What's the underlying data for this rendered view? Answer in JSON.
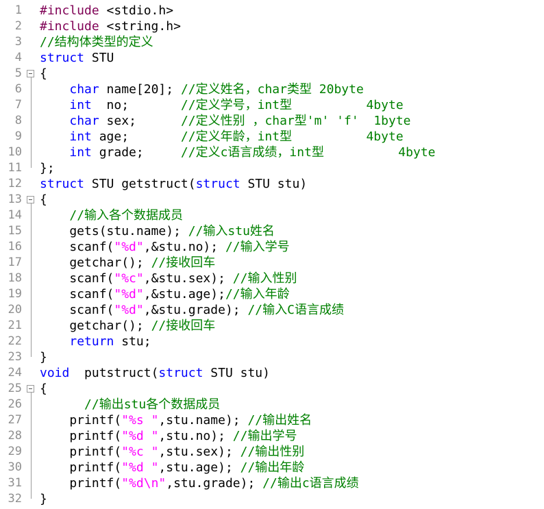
{
  "editor": {
    "lines": [
      {
        "n": "1",
        "tokens": [
          {
            "c": "pp",
            "t": "#include"
          },
          {
            "c": "txt",
            "t": " <stdio.h>"
          }
        ]
      },
      {
        "n": "2",
        "tokens": [
          {
            "c": "pp",
            "t": "#include"
          },
          {
            "c": "txt",
            "t": " <string.h>"
          }
        ]
      },
      {
        "n": "3",
        "tokens": [
          {
            "c": "cm",
            "t": "//结构体类型的定义"
          }
        ]
      },
      {
        "n": "4",
        "tokens": [
          {
            "c": "kw",
            "t": "struct"
          },
          {
            "c": "txt",
            "t": " STU"
          }
        ]
      },
      {
        "n": "5",
        "fold": true,
        "tokens": [
          {
            "c": "txt",
            "t": "{"
          }
        ]
      },
      {
        "n": "6",
        "tokens": [
          {
            "c": "txt",
            "t": "    "
          },
          {
            "c": "kw",
            "t": "char"
          },
          {
            "c": "txt",
            "t": " name[20]; "
          },
          {
            "c": "cm",
            "t": "//定义姓名，char类型 20byte"
          }
        ]
      },
      {
        "n": "7",
        "tokens": [
          {
            "c": "txt",
            "t": "    "
          },
          {
            "c": "kw",
            "t": "int"
          },
          {
            "c": "txt",
            "t": "  no;       "
          },
          {
            "c": "cm",
            "t": "//定义学号，int型          4byte"
          }
        ]
      },
      {
        "n": "8",
        "tokens": [
          {
            "c": "txt",
            "t": "    "
          },
          {
            "c": "kw",
            "t": "char"
          },
          {
            "c": "txt",
            "t": " sex;      "
          },
          {
            "c": "cm",
            "t": "//定义性别 ，char型'm' 'f'  1byte"
          }
        ]
      },
      {
        "n": "9",
        "tokens": [
          {
            "c": "txt",
            "t": "    "
          },
          {
            "c": "kw",
            "t": "int"
          },
          {
            "c": "txt",
            "t": " age;       "
          },
          {
            "c": "cm",
            "t": "//定义年龄，int型          4byte"
          }
        ]
      },
      {
        "n": "10",
        "tokens": [
          {
            "c": "txt",
            "t": "    "
          },
          {
            "c": "kw",
            "t": "int"
          },
          {
            "c": "txt",
            "t": " grade;     "
          },
          {
            "c": "cm",
            "t": "//定义c语言成绩，int型          4byte"
          }
        ]
      },
      {
        "n": "11",
        "tokens": [
          {
            "c": "txt",
            "t": "};"
          }
        ]
      },
      {
        "n": "12",
        "tokens": [
          {
            "c": "kw",
            "t": "struct"
          },
          {
            "c": "txt",
            "t": " STU getstruct("
          },
          {
            "c": "kw",
            "t": "struct"
          },
          {
            "c": "txt",
            "t": " STU stu)"
          }
        ]
      },
      {
        "n": "13",
        "fold": true,
        "tokens": [
          {
            "c": "txt",
            "t": "{"
          }
        ]
      },
      {
        "n": "14",
        "tokens": [
          {
            "c": "txt",
            "t": "    "
          },
          {
            "c": "cm",
            "t": "//输入各个数据成员"
          }
        ]
      },
      {
        "n": "15",
        "tokens": [
          {
            "c": "txt",
            "t": "    gets(stu.name); "
          },
          {
            "c": "cm",
            "t": "//输入stu姓名"
          }
        ]
      },
      {
        "n": "16",
        "tokens": [
          {
            "c": "txt",
            "t": "    scanf("
          },
          {
            "c": "str",
            "t": "\"%d\""
          },
          {
            "c": "txt",
            "t": ",&stu.no); "
          },
          {
            "c": "cm",
            "t": "//输入学号"
          }
        ]
      },
      {
        "n": "17",
        "tokens": [
          {
            "c": "txt",
            "t": "    getchar(); "
          },
          {
            "c": "cm",
            "t": "//接收回车"
          }
        ]
      },
      {
        "n": "18",
        "tokens": [
          {
            "c": "txt",
            "t": "    scanf("
          },
          {
            "c": "str",
            "t": "\"%c\""
          },
          {
            "c": "txt",
            "t": ",&stu.sex); "
          },
          {
            "c": "cm",
            "t": "//输入性别"
          }
        ]
      },
      {
        "n": "19",
        "tokens": [
          {
            "c": "txt",
            "t": "    scanf("
          },
          {
            "c": "str",
            "t": "\"%d\""
          },
          {
            "c": "txt",
            "t": ",&stu.age);"
          },
          {
            "c": "cm",
            "t": "//输入年龄"
          }
        ]
      },
      {
        "n": "20",
        "tokens": [
          {
            "c": "txt",
            "t": "    scanf("
          },
          {
            "c": "str",
            "t": "\"%d\""
          },
          {
            "c": "txt",
            "t": ",&stu.grade); "
          },
          {
            "c": "cm",
            "t": "//输入C语言成绩"
          }
        ]
      },
      {
        "n": "21",
        "tokens": [
          {
            "c": "txt",
            "t": "    getchar(); "
          },
          {
            "c": "cm",
            "t": "//接收回车"
          }
        ]
      },
      {
        "n": "22",
        "tokens": [
          {
            "c": "txt",
            "t": "    "
          },
          {
            "c": "kw",
            "t": "return"
          },
          {
            "c": "txt",
            "t": " stu;"
          }
        ]
      },
      {
        "n": "23",
        "tokens": [
          {
            "c": "txt",
            "t": "}"
          }
        ]
      },
      {
        "n": "24",
        "tokens": [
          {
            "c": "kw",
            "t": "void"
          },
          {
            "c": "txt",
            "t": "  putstruct("
          },
          {
            "c": "kw",
            "t": "struct"
          },
          {
            "c": "txt",
            "t": " STU stu)"
          }
        ]
      },
      {
        "n": "25",
        "fold": true,
        "tokens": [
          {
            "c": "txt",
            "t": "{"
          }
        ]
      },
      {
        "n": "26",
        "tokens": [
          {
            "c": "txt",
            "t": "      "
          },
          {
            "c": "cm",
            "t": "//输出stu各个数据成员"
          }
        ]
      },
      {
        "n": "27",
        "tokens": [
          {
            "c": "txt",
            "t": "    printf("
          },
          {
            "c": "str",
            "t": "\"%s \""
          },
          {
            "c": "txt",
            "t": ",stu.name); "
          },
          {
            "c": "cm",
            "t": "//输出姓名"
          }
        ]
      },
      {
        "n": "28",
        "tokens": [
          {
            "c": "txt",
            "t": "    printf("
          },
          {
            "c": "str",
            "t": "\"%d \""
          },
          {
            "c": "txt",
            "t": ",stu.no); "
          },
          {
            "c": "cm",
            "t": "//输出学号"
          }
        ]
      },
      {
        "n": "29",
        "tokens": [
          {
            "c": "txt",
            "t": "    printf("
          },
          {
            "c": "str",
            "t": "\"%c \""
          },
          {
            "c": "txt",
            "t": ",stu.sex); "
          },
          {
            "c": "cm",
            "t": "//输出性别"
          }
        ]
      },
      {
        "n": "30",
        "tokens": [
          {
            "c": "txt",
            "t": "    printf("
          },
          {
            "c": "str",
            "t": "\"%d \""
          },
          {
            "c": "txt",
            "t": ",stu.age); "
          },
          {
            "c": "cm",
            "t": "//输出年龄"
          }
        ]
      },
      {
        "n": "31",
        "tokens": [
          {
            "c": "txt",
            "t": "    printf("
          },
          {
            "c": "str",
            "t": "\"%d\\n\""
          },
          {
            "c": "txt",
            "t": ",stu.grade); "
          },
          {
            "c": "cm",
            "t": "//输出c语言成绩"
          }
        ]
      },
      {
        "n": "32",
        "tokens": [
          {
            "c": "txt",
            "t": "}"
          }
        ]
      }
    ]
  }
}
